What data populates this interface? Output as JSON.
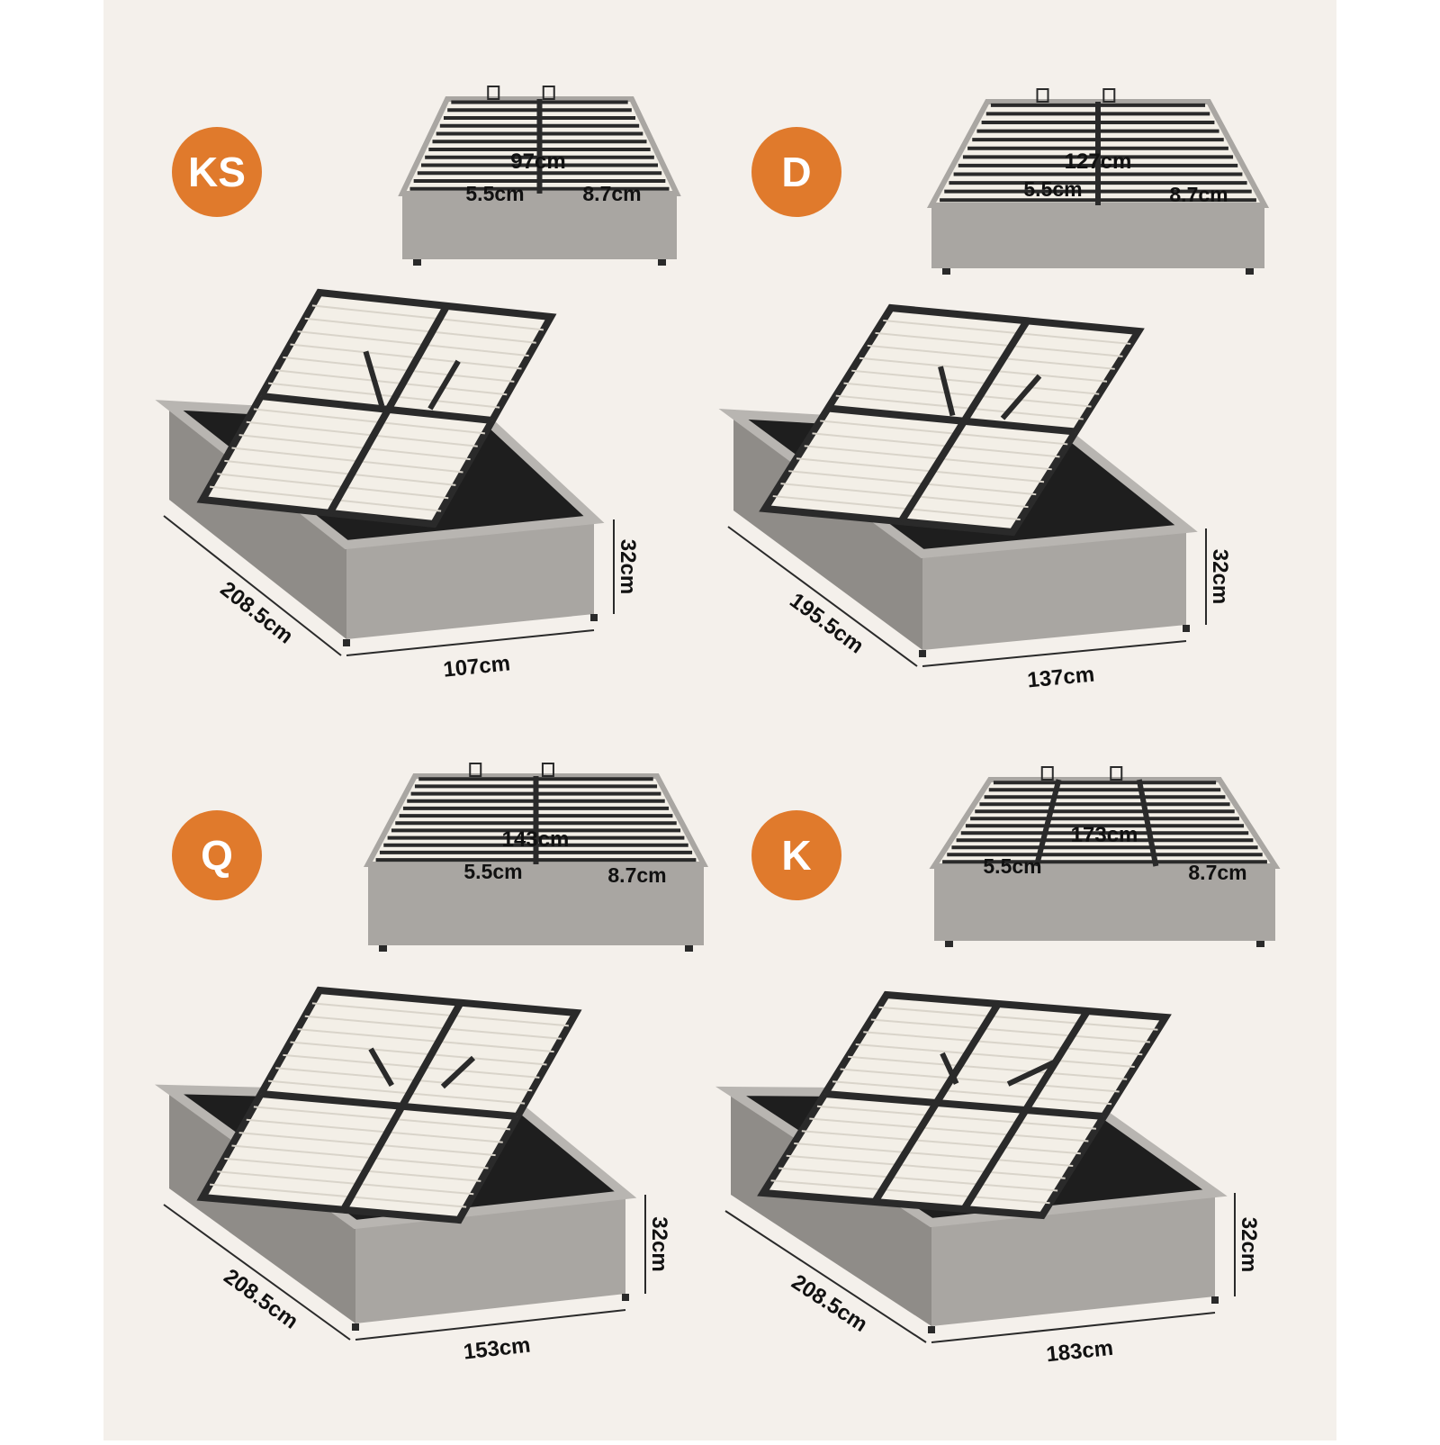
{
  "colors": {
    "page_background": "#F4F0EB",
    "badge": "#E07A2C",
    "fabric": "#A9A6A2",
    "slat": "#F3EFE7",
    "frame": "#2A2A2A",
    "storage_interior": "#1E1E1E",
    "dimension_text": "#111111"
  },
  "beds": [
    {
      "size_code": "KS",
      "top_view": {
        "slat_width": "97cm",
        "gap_left": "5.5cm",
        "gap_right": "8.7cm"
      },
      "length": "208.5cm",
      "width": "107cm",
      "height": "32cm"
    },
    {
      "size_code": "D",
      "top_view": {
        "slat_width": "127cm",
        "gap_left": "5.5cm",
        "gap_right": "8.7cm"
      },
      "length": "195.5cm",
      "width": "137cm",
      "height": "32cm"
    },
    {
      "size_code": "Q",
      "top_view": {
        "slat_width": "143cm",
        "gap_left": "5.5cm",
        "gap_right": "8.7cm"
      },
      "length": "208.5cm",
      "width": "153cm",
      "height": "32cm"
    },
    {
      "size_code": "K",
      "top_view": {
        "slat_width": "173cm",
        "gap_left": "5.5cm",
        "gap_right": "8.7cm"
      },
      "length": "208.5cm",
      "width": "183cm",
      "height": "32cm"
    }
  ]
}
